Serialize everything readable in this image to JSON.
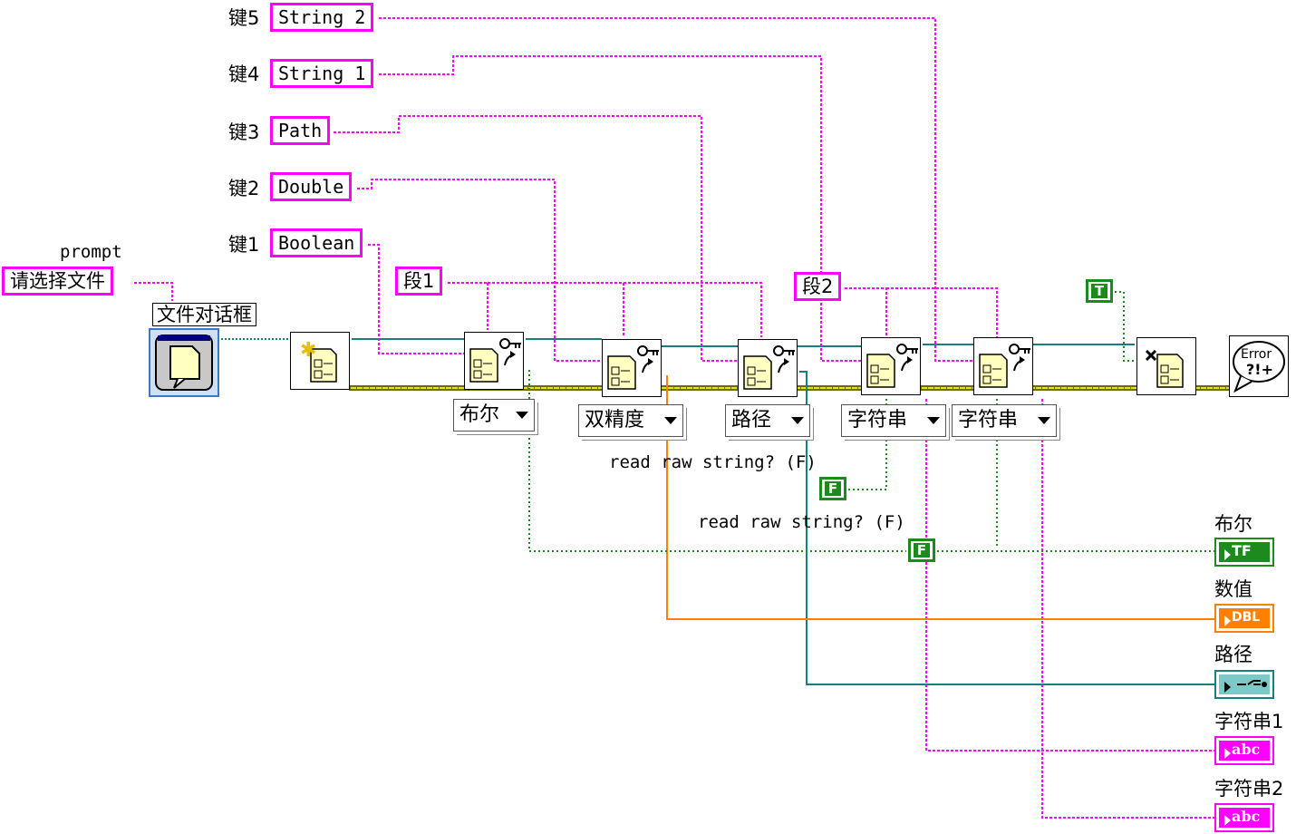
{
  "keys": [
    {
      "label": "键5",
      "value": "String 2"
    },
    {
      "label": "键4",
      "value": "String 1"
    },
    {
      "label": "键3",
      "value": "Path"
    },
    {
      "label": "键2",
      "value": "Double"
    },
    {
      "label": "键1",
      "value": "Boolean"
    }
  ],
  "prompt": {
    "label": "prompt",
    "value": "请选择文件"
  },
  "dialog_label": "文件对话框",
  "sections": {
    "s1": "段1",
    "s2": "段2"
  },
  "rings": [
    "布尔",
    "双精度",
    "路径",
    "字符串",
    "字符串"
  ],
  "options": {
    "read_raw_1": "read raw string? (F)",
    "read_raw_2": "read raw string? (F)",
    "false_const": "F",
    "true_const": "T"
  },
  "error_icon": "Error\n?!+",
  "indicators": [
    {
      "label": "布尔",
      "type": "TF",
      "color": "#1c8a1c"
    },
    {
      "label": "数值",
      "type": "DBL",
      "color": "#ff8000"
    },
    {
      "label": "路径",
      "type": "path",
      "color": "#148080"
    },
    {
      "label": "字符串1",
      "type": "abc",
      "color": "#ff00ff"
    },
    {
      "label": "字符串2",
      "type": "abc",
      "color": "#ff00ff"
    }
  ],
  "icons": [
    "file-dialog-icon",
    "open-config-icon",
    "read-key-icon",
    "close-config-icon",
    "error-handler-icon"
  ],
  "colors": {
    "string": "#ff00ff",
    "boolean": "#1c8a1c",
    "numeric": "#ff8000",
    "path": "#148080",
    "refnum": "#6e6e00"
  }
}
